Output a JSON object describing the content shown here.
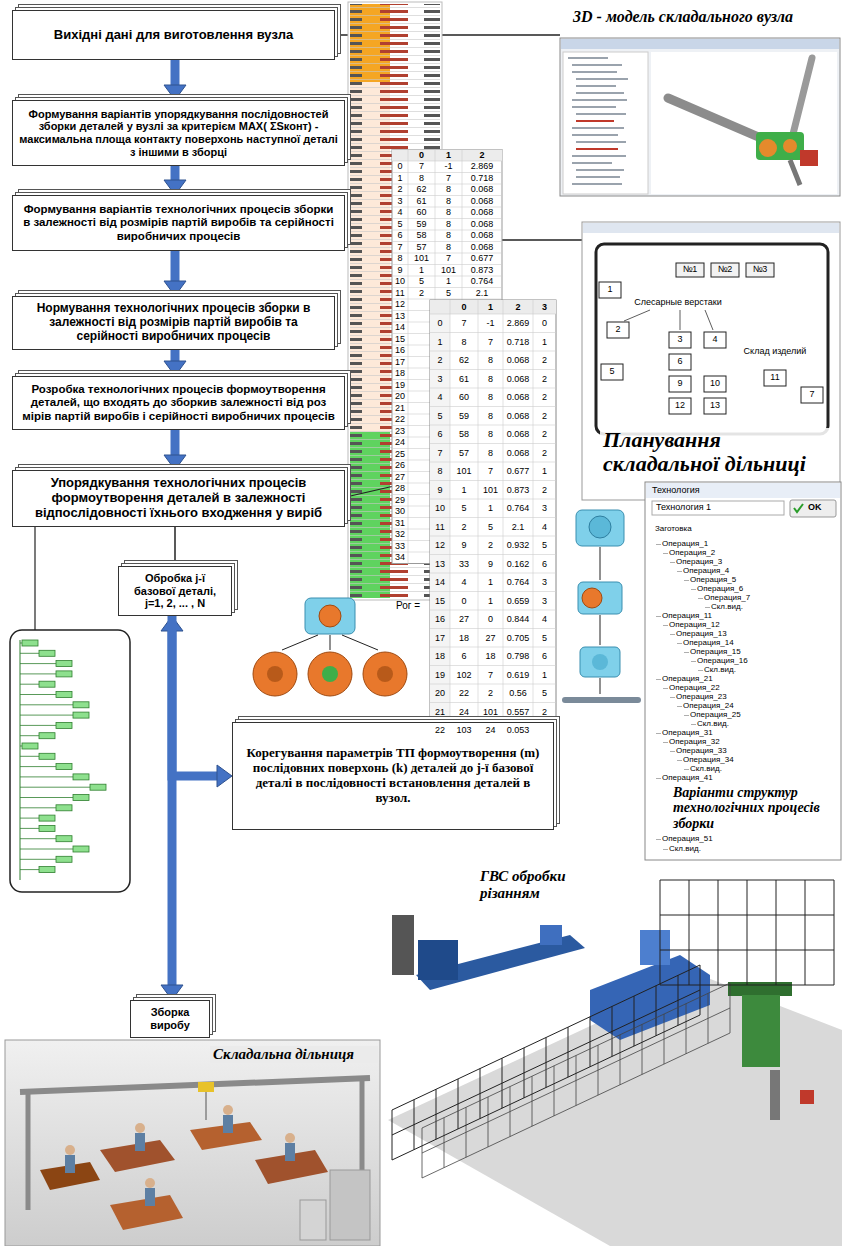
{
  "diagram": {
    "nodes": [
      {
        "text": [
          "Вихідні дані для виготовлення вузла"
        ]
      },
      {
        "text": [
          "3D - модель складального вузла"
        ]
      },
      {
        "text": [
          "Формування варіантів упорядкування послідовностей зборки деталей у вузлі за критерієм MAX( ΣSконт) - максимальна площа контакту поверхонь наступної деталі з іншими в зборці"
        ]
      },
      {
        "text": [
          "Формування варіантів технологічних процесів зборки в залежності від розмірів партій виробів та серійності виробничих процесів"
        ]
      },
      {
        "text": [
          "Планування складальної дільниці"
        ]
      },
      {
        "text": [
          "Нормування технологічних процесів зборки в залежності від розмірів партій виробів та серійності виробничих процесів"
        ]
      },
      {
        "text": [
          "Розробка технологічних процесів формоутворення деталей, що входять до зборкив залежності від роз мірів партій виробів і серійності виробничих процесів"
        ]
      },
      {
        "text": [
          "Упорядкування технологічних процесів формоутворення деталей в залежності відпослідовності їхнього входження у виріб"
        ]
      },
      {
        "text": [
          "Варіанти структур технологічних процесів зборки"
        ]
      },
      {
        "text": [
          "Обробка j-ї базової деталі, j=1, 2, ... , N"
        ]
      },
      {
        "text": [
          "Корегування параметрів ТП формоутворення (m) послідовних поверхонь (k) деталей до j-ї базової деталі в послідовності встановлення деталей в вузол."
        ]
      },
      {
        "text": [
          "Зборка виробу"
        ]
      },
      {
        "text": [
          "ГВС обробки різанням"
        ]
      },
      {
        "text": [
          "Складальна дільниця"
        ]
      }
    ],
    "edges": [
      {
        "from": 0,
        "to": 2,
        "arrow": "to"
      },
      {
        "from": 2,
        "to": 3,
        "arrow": "to"
      },
      {
        "from": 3,
        "to": 5,
        "arrow": "to"
      },
      {
        "from": 5,
        "to": 6,
        "arrow": "to"
      },
      {
        "from": 6,
        "to": 7,
        "arrow": "to"
      },
      {
        "from": 0,
        "to": 1,
        "arrow": "none"
      },
      {
        "from": 3,
        "to": 4,
        "arrow": "none"
      },
      {
        "from": 7,
        "to": 9,
        "arrow": "none"
      },
      {
        "from": 9,
        "to": 11,
        "arrow": "both"
      },
      {
        "from": 9,
        "to": 10,
        "arrow": "to"
      }
    ],
    "labels": [
      "0",
      "1",
      "2",
      "0",
      "7",
      "-1",
      "2.869",
      "1",
      "8",
      "7",
      "0.718",
      "2",
      "62",
      "8",
      "0.068",
      "3",
      "61",
      "8",
      "0.068",
      "4",
      "60",
      "8",
      "0.068",
      "5",
      "59",
      "8",
      "0.068",
      "6",
      "58",
      "8",
      "0.068",
      "7",
      "57",
      "8",
      "0.068",
      "8",
      "101",
      "7",
      "0.677",
      "9",
      "1",
      "101",
      "0.873",
      "10",
      "5",
      "1",
      "0.764",
      "11",
      "2",
      "5",
      "2.1",
      "12",
      "13",
      "14",
      "15",
      "16",
      "17",
      "18",
      "19",
      "20",
      "21",
      "22",
      "23",
      "24",
      "25",
      "26",
      "27",
      "28",
      "29",
      "30",
      "31",
      "32",
      "33",
      "34",
      "0",
      "1",
      "2",
      "3",
      "0",
      "7",
      "-1",
      "2.869",
      "0",
      "1",
      "8",
      "7",
      "0.718",
      "1",
      "2",
      "62",
      "8",
      "0.068",
      "2",
      "3",
      "61",
      "8",
      "0.068",
      "2",
      "4",
      "60",
      "8",
      "0.068",
      "2",
      "5",
      "59",
      "8",
      "0.068",
      "2",
      "6",
      "58",
      "8",
      "0.068",
      "2",
      "7",
      "57",
      "8",
      "0.068",
      "2",
      "8",
      "101",
      "7",
      "0.677",
      "1",
      "9",
      "1",
      "101",
      "0.873",
      "2",
      "10",
      "5",
      "1",
      "0.764",
      "3",
      "11",
      "2",
      "5",
      "2.1",
      "4",
      "12",
      "9",
      "2",
      "0.932",
      "5",
      "13",
      "33",
      "9",
      "0.162",
      "6",
      "14",
      "4",
      "1",
      "0.764",
      "3",
      "15",
      "0",
      "1",
      "0.659",
      "3",
      "16",
      "27",
      "0",
      "0.844",
      "4",
      "17",
      "18",
      "27",
      "0.705",
      "5",
      "18",
      "6",
      "18",
      "0.798",
      "6",
      "19",
      "102",
      "7",
      "0.619",
      "1",
      "20",
      "22",
      "2",
      "0.56",
      "5",
      "21",
      "24",
      "101",
      "0.557",
      "2",
      "22",
      "103",
      "24",
      "0.053",
      "Рог =",
      "№1",
      "№2",
      "№3",
      "1",
      "2",
      "3",
      "4",
      "5",
      "6",
      "7",
      "9",
      "10",
      "11",
      "12",
      "13",
      "Слесарные верстаки",
      "Склад изделий",
      "Технология",
      "Технология 1",
      "OK",
      "Заготовка",
      "Операция_1",
      "Операция_2",
      "Операция_3",
      "Операция_4",
      "Операция_5",
      "Операция_6",
      "Операция_7",
      "Скл.вид.",
      "Операция_11",
      "Операция_12",
      "Операция_13",
      "Операция_14",
      "Операция_15",
      "Операция_16",
      "Скл.вид.",
      "Операция_21",
      "Операция_22",
      "Операция_23",
      "Операция_24",
      "Операция_25",
      "Скл.вид.",
      "Операция_31",
      "Операция_32",
      "Операция_33",
      "Операция_34",
      "Скл.вид.",
      "Операция_41",
      "Операция_51",
      "Скл.вид."
    ]
  }
}
